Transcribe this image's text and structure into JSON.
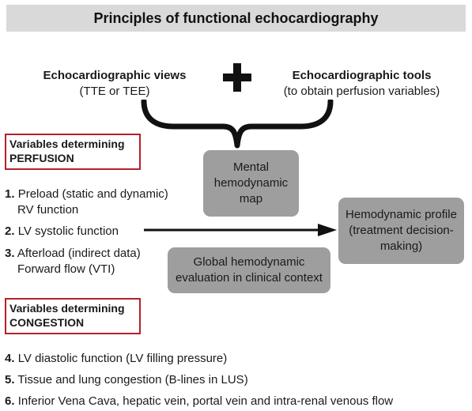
{
  "title": "Principles of functional echocardiography",
  "views": {
    "title": "Echocardiographic views",
    "subtitle": "(TTE or TEE)"
  },
  "tools": {
    "title": "Echocardiographic tools",
    "subtitle": "(to obtain perfusion variables)"
  },
  "perfusion_header": {
    "line1": "Variables determining",
    "line2": "PERFUSION"
  },
  "congestion_header": {
    "line1": "Variables determining",
    "line2": "CONGESTION"
  },
  "boxes": {
    "mental_map": [
      "Mental",
      "hemodynamic",
      "map"
    ],
    "global_eval": [
      "Global hemodynamic",
      "evaluation in clinical context"
    ],
    "profile": [
      "Hemodynamic profile",
      "(treatment decision-",
      "making)"
    ]
  },
  "perfusion_items": [
    {
      "num": "1.",
      "line1": "Preload (static and dynamic)",
      "line2": "RV function"
    },
    {
      "num": "2.",
      "line1": "LV systolic function",
      "line2": ""
    },
    {
      "num": "3.",
      "line1": "Afterload (indirect data)",
      "line2": "Forward flow (VTI)"
    }
  ],
  "congestion_items": [
    {
      "num": "4.",
      "text": "LV diastolic function (LV filling pressure)"
    },
    {
      "num": "5.",
      "text": "Tissue and lung congestion (B-lines in LUS)"
    },
    {
      "num": "6.",
      "text": "Inferior Vena Cava, hepatic vein, portal vein and intra-renal venous flow"
    }
  ],
  "colors": {
    "title_bg": "#d9d9d9",
    "box_bg": "#9e9e9e",
    "highlight_border": "#b5202a",
    "ink": "#111111"
  },
  "icons": {
    "plus": "plus-icon",
    "brace": "curly-brace-icon",
    "arrow": "right-arrow-icon"
  }
}
